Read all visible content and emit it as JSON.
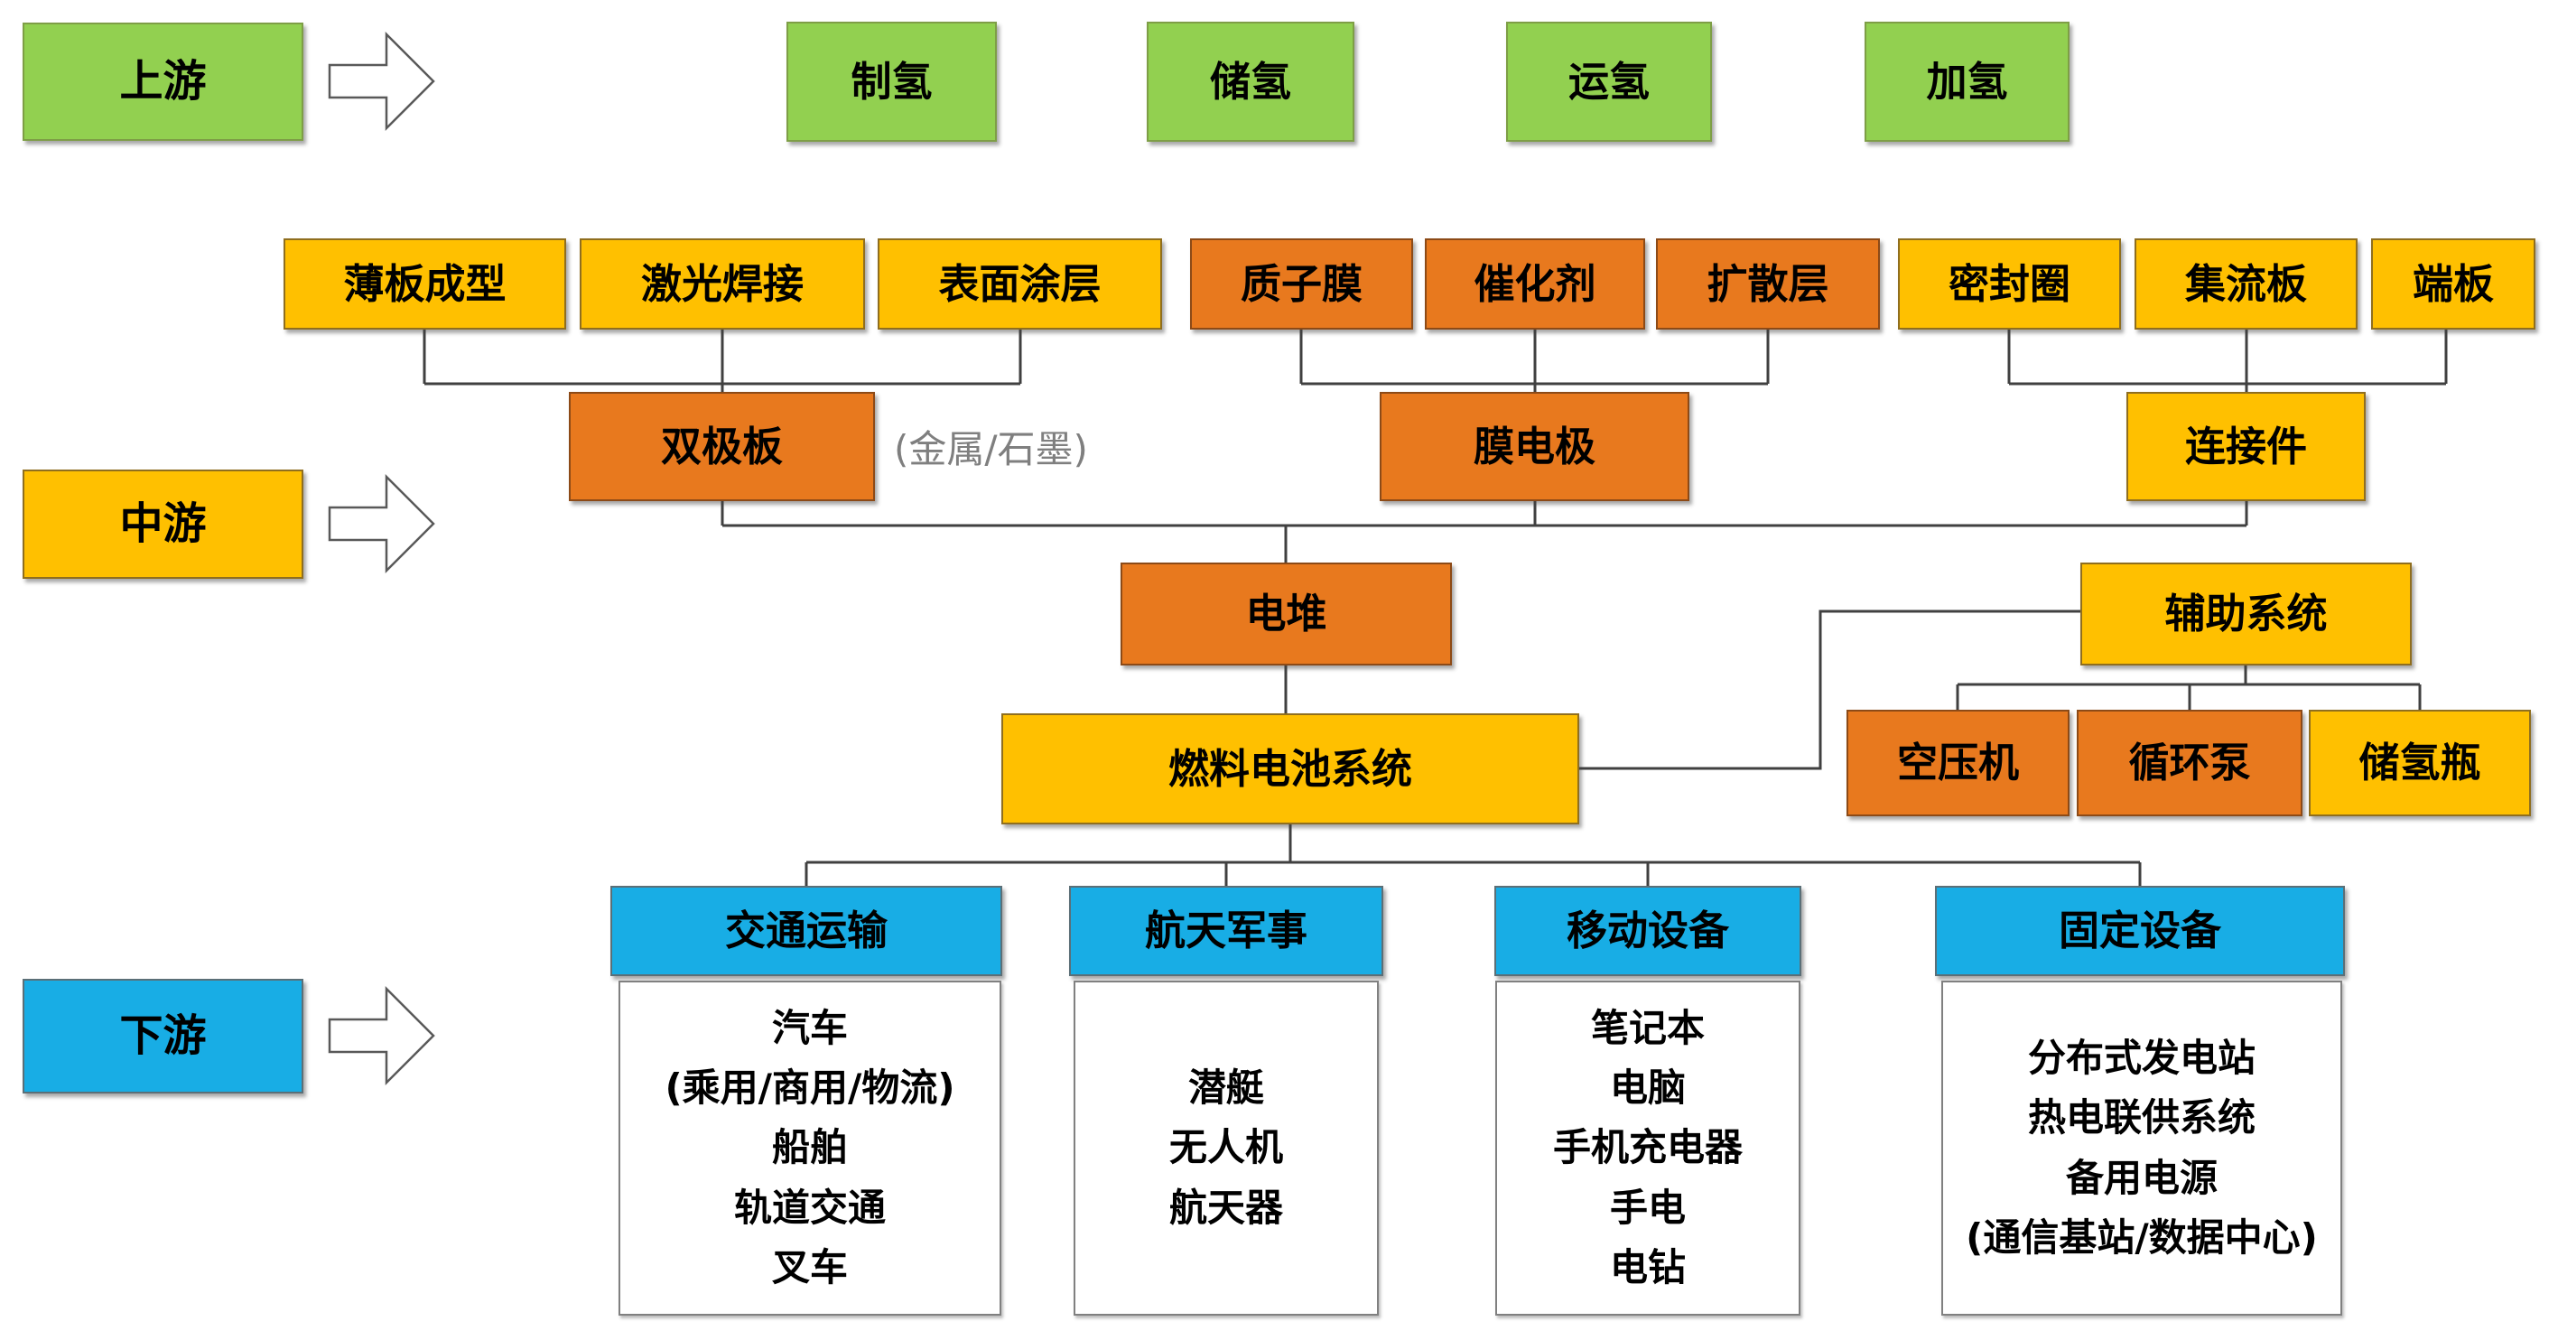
{
  "palette": {
    "green": "#92d050",
    "yellow": "#ffc000",
    "orange": "#e8791e",
    "blue": "#18ade5",
    "line": "#404040",
    "note_gray": "#7f7f7f"
  },
  "stages": {
    "upstream": "上游",
    "midstream": "中游",
    "downstream": "下游"
  },
  "upstream_chain": [
    "制氢",
    "储氢",
    "运氢",
    "加氢"
  ],
  "bipolar_group": {
    "children": [
      "薄板成型",
      "激光焊接",
      "表面涂层"
    ],
    "parent": "双极板",
    "parent_note": "(金属/石墨)"
  },
  "mea_group": {
    "children": [
      "质子膜",
      "催化剂",
      "扩散层"
    ],
    "parent": "膜电极"
  },
  "connector_group": {
    "children": [
      "密封圈",
      "集流板",
      "端板"
    ],
    "parent": "连接件"
  },
  "stack_label": "电堆",
  "system_label": "燃料电池系统",
  "aux": {
    "label": "辅助系统",
    "children": [
      "空压机",
      "循环泵",
      "储氢瓶"
    ]
  },
  "applications": [
    {
      "label": "交通运输",
      "items": [
        "汽车",
        "(乘用/商用/物流)",
        "船舶",
        "轨道交通",
        "叉车"
      ]
    },
    {
      "label": "航天军事",
      "items": [
        "潜艇",
        "无人机",
        "航天器"
      ]
    },
    {
      "label": "移动设备",
      "items": [
        "笔记本",
        "电脑",
        "手机充电器",
        "手电",
        "电钻"
      ]
    },
    {
      "label": "固定设备",
      "items": [
        "分布式发电站",
        "热电联供系统",
        "备用电源",
        "(通信基站/数据中心)"
      ]
    }
  ]
}
